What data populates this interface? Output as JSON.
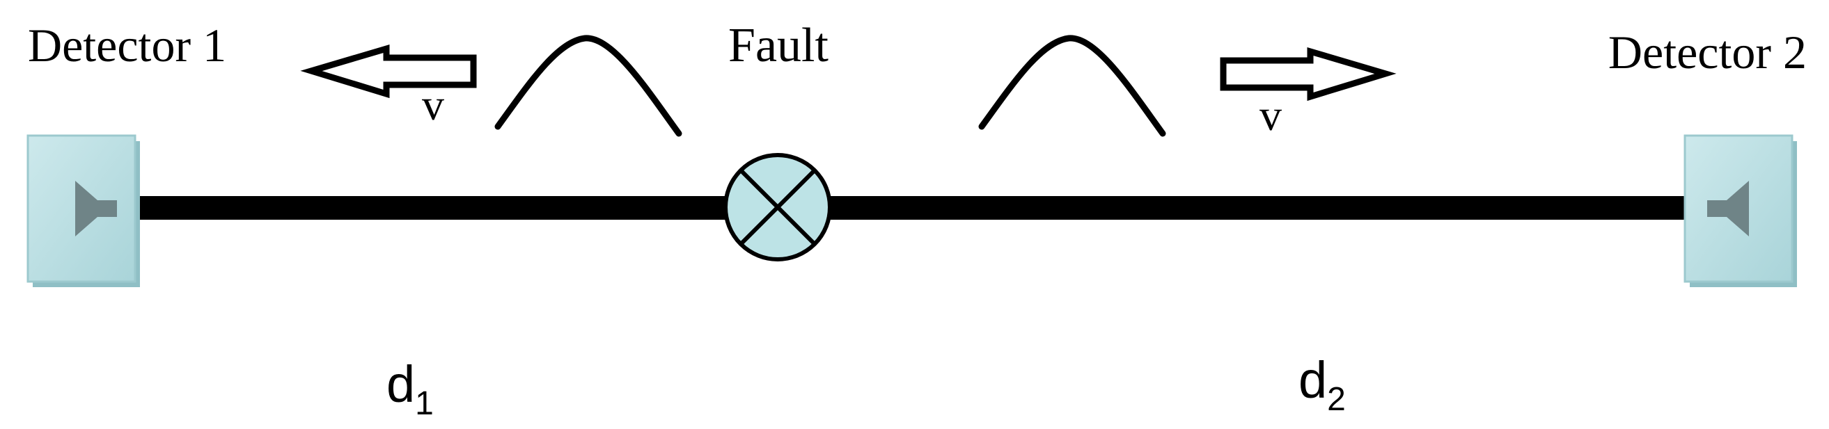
{
  "detectors": [
    {
      "label": "Detector 1"
    },
    {
      "label": "Detector 2"
    }
  ],
  "fault": {
    "label": "Fault"
  },
  "waves": [
    {
      "velocity_label": "v",
      "direction": "left"
    },
    {
      "velocity_label": "v",
      "direction": "right"
    }
  ],
  "distances": [
    {
      "base": "d",
      "sub": "1"
    },
    {
      "base": "d",
      "sub": "2"
    }
  ],
  "colors": {
    "detector_face": "#b7dde1",
    "detector_shadow": "#8fbfc5",
    "speaker": "#6f8487",
    "fault_fill": "#bde3e6",
    "line": "#000000"
  }
}
